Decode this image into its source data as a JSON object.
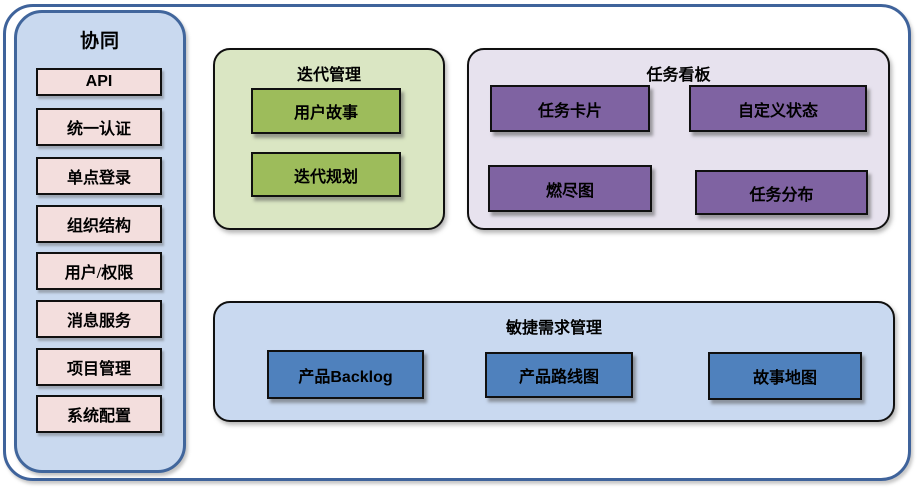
{
  "sidebar": {
    "title": "协同",
    "items": [
      "API",
      "统一认证",
      "单点登录",
      "组织结构",
      "用户/权限",
      "消息服务",
      "项目管理",
      "系统配置"
    ]
  },
  "panels": {
    "iteration": {
      "title": "迭代管理",
      "items": [
        "用户故事",
        "迭代规划"
      ]
    },
    "kanban": {
      "title": "任务看板",
      "items": [
        "任务卡片",
        "自定义状态",
        "燃尽图",
        "任务分布"
      ]
    },
    "requirements": {
      "title": "敏捷需求管理",
      "items": [
        "产品Backlog",
        "产品路线图",
        "故事地图"
      ]
    }
  },
  "colors": {
    "frame_border": "#3f639b",
    "sidebar_fill": "#c9d9ef",
    "sidebar_border": "#41669c",
    "sidebar_item_fill": "#f3dedd",
    "iteration_panel_fill": "#dae6c3",
    "iteration_item_fill": "#9dbc5b",
    "kanban_panel_fill": "#e7e2ee",
    "kanban_item_fill": "#7f63a2",
    "requirements_panel_fill": "#c9d9f0",
    "requirements_item_fill": "#4f81bd",
    "box_border": "#101010"
  }
}
